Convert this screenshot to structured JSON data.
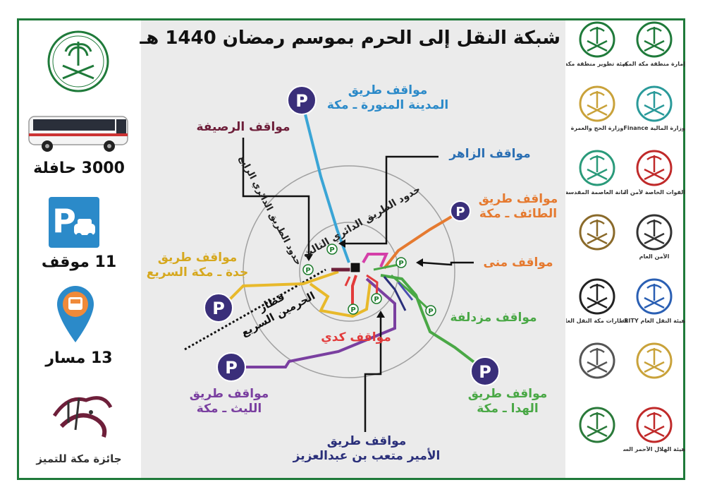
{
  "title": "شبكة النقل إلى الحرم بموسم رمضان 1440 هـ",
  "stats": {
    "buses": "3000 حافلة",
    "parkings": "11 موقف",
    "routes": "13 مسار"
  },
  "award": "جائزة مكة للتميز",
  "map_labels": {
    "madinah": "مواقف طريق\nالمدينة المنورة ـ مكة",
    "rusaifa": "مواقف الرصيفة",
    "zaher": "مواقف الزاهر",
    "taif": "مواقف طريق\nالطائف ـ مكة",
    "jeddah": "مواقف طريق\nجدة ـ مكة السريع",
    "mina": "مواقف منى",
    "muzdalifah": "مواقف مزدلفة",
    "kudai": "مواقف كدي",
    "laith": "مواقف طريق\nالليث ـ مكة",
    "hada": "مواقف طريق\nالهدا ـ مكة",
    "ameer": "مواقف طريق\nالأمير متعب بن عبدالعزيز",
    "ring3": "حدود الطريق الدائري الثالث",
    "ring4": "حدود الطريق الدائري الرابع",
    "train": "قطار\nالحرمين السريع"
  },
  "parking_symbol": "P",
  "logos": [
    {
      "name": "emirate-logo",
      "text": "إمارة منطقة مكة المكرمة"
    },
    {
      "name": "development-authority-logo",
      "text": "هيئة تطوير منطقة مكة المكرمة"
    },
    {
      "name": "finance-logo",
      "text": "وزارة المالية Ministry of Finance"
    },
    {
      "name": "hajj-logo",
      "text": "وزارة الحج والعمرة"
    },
    {
      "name": "road-security-logo",
      "text": "القوات الخاصة لأمن الطرق"
    },
    {
      "name": "holy-capital-logo",
      "text": "أمانة العاصمة المقدسة"
    },
    {
      "name": "public-security-logo",
      "text": "الأمن العام"
    },
    {
      "name": "haram-affairs-logo",
      "text": ""
    },
    {
      "name": "pta-logo",
      "text": "هيئة النقل العام PUBLIC TRANSPORT AUTHORITY"
    },
    {
      "name": "mmrt-logo",
      "text": "قطارات مكة النقل العام MAKKAH MASS RAIL TRANSIT"
    },
    {
      "name": "logo-round-1",
      "text": ""
    },
    {
      "name": "logo-round-2",
      "text": ""
    },
    {
      "name": "red-crescent-logo",
      "text": "هيئة الهلال الأحمر السعودي"
    },
    {
      "name": "tourism-logo",
      "text": ""
    }
  ],
  "colors": {
    "frame": "#1f7a3a",
    "madinah": "#3aa5d6",
    "rusaifa": "#6e1f3a",
    "zaher": "#2b6fb3",
    "taif": "#e57a30",
    "jeddah": "#e8b92b",
    "mina": "#e0e0e0",
    "muzdalifah": "#4aa846",
    "kudai": "#e23b3b",
    "laith": "#7a3fa0",
    "hada": "#4aa846",
    "ameer": "#2a2f7a",
    "parking": "#3a2f7a"
  }
}
